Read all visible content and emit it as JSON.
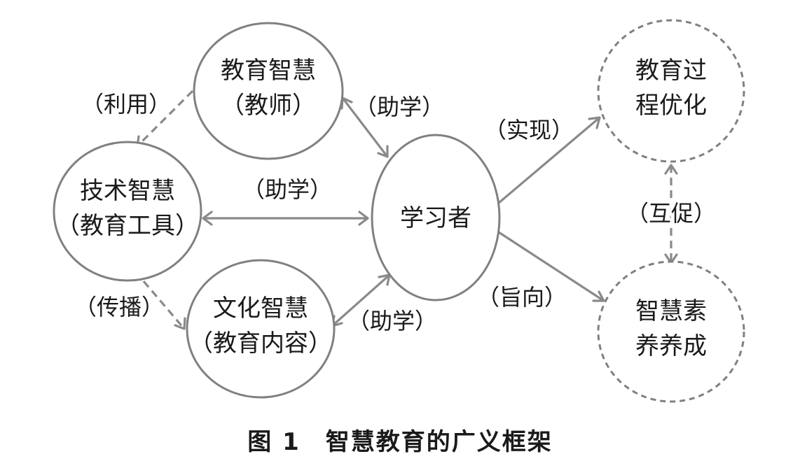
{
  "nodes": {
    "edu_wisdom": [
      "教育智慧",
      "（教师）"
    ],
    "tech_wisdom": [
      "技术智慧",
      "（教育工具）"
    ],
    "culture_wisdom": [
      "文化智慧",
      "（教育内容）"
    ],
    "learner": [
      "学习者"
    ],
    "process_opt": [
      "教育过",
      "程优化"
    ],
    "literacy": [
      "智慧素",
      "养养成"
    ]
  },
  "edge_labels": {
    "use": "（利用）",
    "assist_top": "（助学）",
    "assist_mid": "（助学）",
    "spread": "（传播）",
    "assist_bottom": "（助学）",
    "realize": "（实现）",
    "aim": "（旨向）",
    "mutual": "（互促）"
  },
  "caption": "图 1　智慧教育的广义框架",
  "colors": {
    "node_stroke": "#808080",
    "edge": "#8a8a8a",
    "text": "#1a1a1a"
  }
}
